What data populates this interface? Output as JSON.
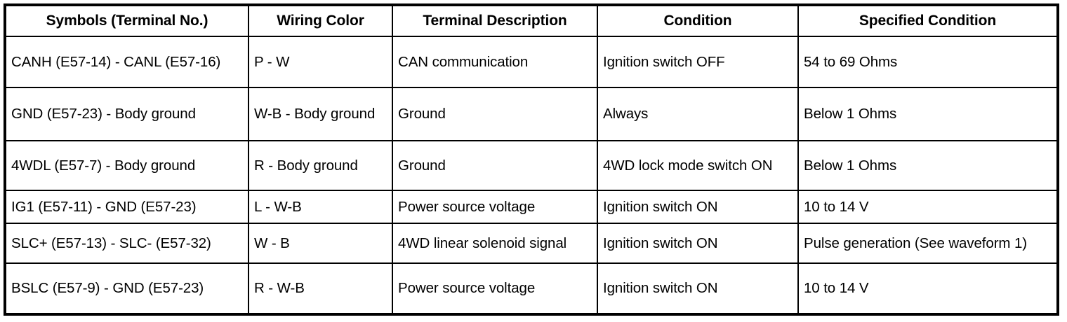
{
  "table": {
    "columns": [
      "Symbols (Terminal No.)",
      "Wiring Color",
      "Terminal Description",
      "Condition",
      "Specified Condition"
    ],
    "rows": [
      {
        "symbols": "CANH (E57-14) - CANL (E57-16)",
        "wiring_color": "P - W",
        "terminal_description": "CAN communication",
        "condition": "Ignition switch OFF",
        "specified_condition": "54 to 69 Ohms"
      },
      {
        "symbols": "GND (E57-23) - Body ground",
        "wiring_color": "W-B - Body ground",
        "terminal_description": "Ground",
        "condition": "Always",
        "specified_condition": "Below 1 Ohms"
      },
      {
        "symbols": "4WDL (E57-7) - Body ground",
        "wiring_color": "R - Body ground",
        "terminal_description": "Ground",
        "condition": "4WD lock mode switch ON",
        "specified_condition": "Below 1 Ohms"
      },
      {
        "symbols": "IG1 (E57-11) - GND (E57-23)",
        "wiring_color": "L - W-B",
        "terminal_description": "Power source voltage",
        "condition": "Ignition switch ON",
        "specified_condition": "10 to 14 V"
      },
      {
        "symbols": "SLC+ (E57-13) - SLC- (E57-32)",
        "wiring_color": "W - B",
        "terminal_description": "4WD linear solenoid signal",
        "condition": "Ignition switch ON",
        "specified_condition": "Pulse generation (See waveform 1)"
      },
      {
        "symbols": "BSLC (E57-9) - GND (E57-23)",
        "wiring_color": "R - W-B",
        "terminal_description": "Power source voltage",
        "condition": "Ignition switch ON",
        "specified_condition": "10 to 14 V"
      }
    ]
  },
  "colors": {
    "border": "#000000",
    "background": "#ffffff",
    "text": "#000000"
  }
}
